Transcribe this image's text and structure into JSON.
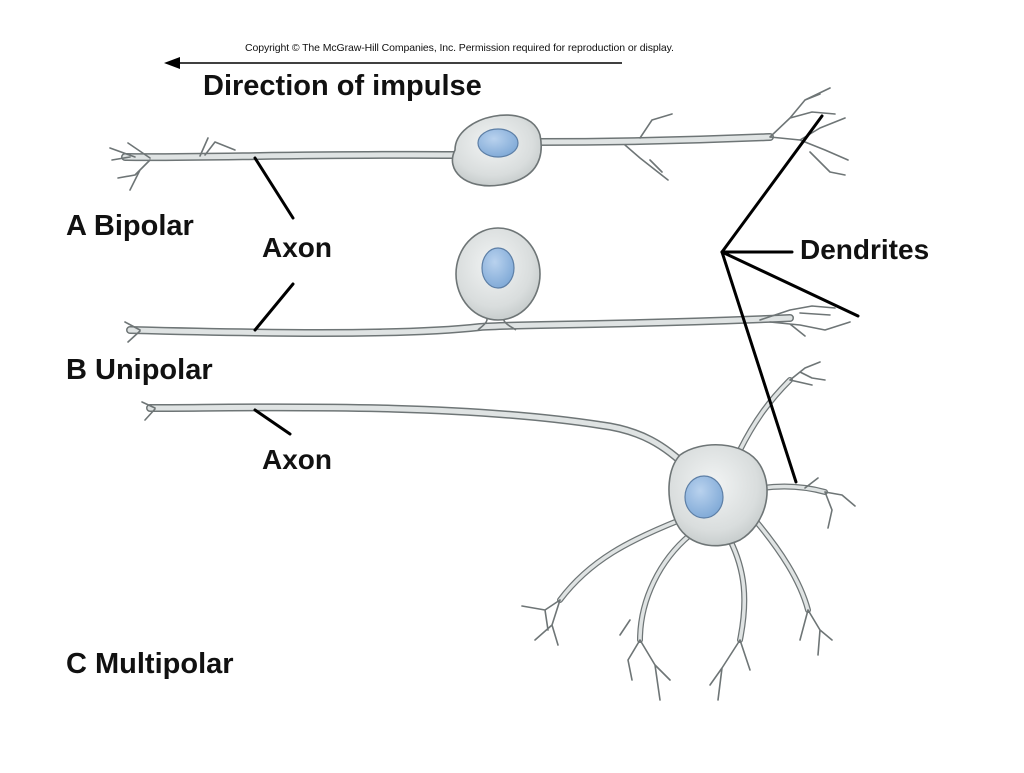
{
  "copyright": "Copyright © The McGraw-Hill Companies, Inc. Permission required for reproduction or display.",
  "direction_label": "Direction of impulse",
  "neurons": [
    {
      "label": "A Bipolar"
    },
    {
      "label": "B Unipolar"
    },
    {
      "label": "C Multipolar"
    }
  ],
  "axon_label": "Axon",
  "dendrites_label": "Dendrites",
  "colors": {
    "cell_body": "#dfe3e3",
    "nucleus": "#8fb6de",
    "outline": "#6e7576",
    "leader": "#000000"
  }
}
